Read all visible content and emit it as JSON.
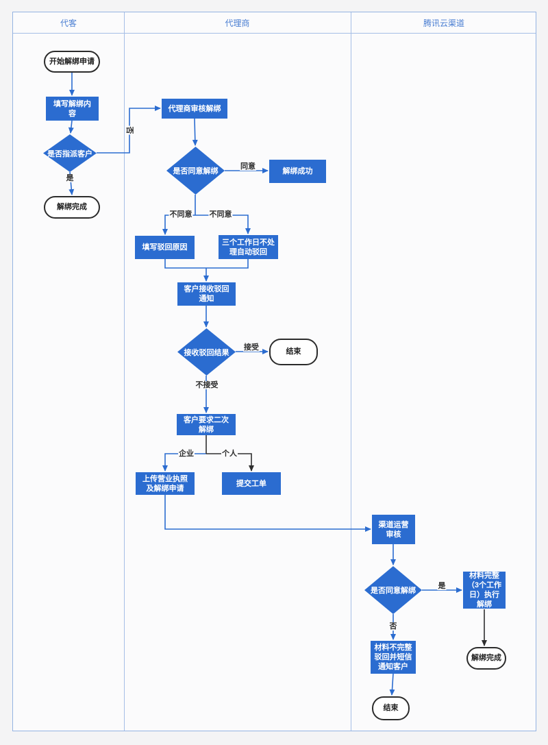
{
  "colors": {
    "node_blue": "#2b6cd0",
    "line_blue": "#2b6cd0",
    "line_black": "#2e2e2e",
    "frame_border": "#94b3e2",
    "lane_header_text": "#4a7ed2"
  },
  "lanes": [
    "代客",
    "代理商",
    "腾讯云渠道"
  ],
  "nodes": {
    "start": "开始解绑申请",
    "fill_content": "填写解绑内容",
    "assign_decision": "是否指派客户",
    "unbind_done_1": "解绑完成",
    "agent_review": "代理商审核解绑",
    "agree_decision": "是否同意解绑",
    "unbind_success": "解绑成功",
    "fill_reject_reason": "填写驳回原因",
    "auto_reject": "三个工作日不处理自动驳回",
    "receive_reject_notice": "客户接收驳回通知",
    "reject_result_decision": "接收驳回结果",
    "end_1": "结束",
    "second_unbind_request": "客户要求二次解绑",
    "upload_license": "上传营业执照及解绑申请",
    "submit_ticket": "提交工单",
    "channel_review": "渠道运营审核",
    "channel_agree_decision": "是否同意解绑",
    "complete_execute": "材料完整（3个工作日）执行解绑",
    "incomplete_reject": "材料不完整驳回并短信通知客户",
    "unbind_done_2": "解绑完成",
    "end_2": "结束"
  },
  "edge_labels": {
    "yes_1": "是",
    "no_1": "否",
    "agree": "同意",
    "disagree_left": "不同意",
    "disagree_right": "不同意",
    "accept": "接受",
    "not_accept": "不接受",
    "enterprise": "企业",
    "personal": "个人",
    "yes_2": "是",
    "no_2": "否"
  }
}
